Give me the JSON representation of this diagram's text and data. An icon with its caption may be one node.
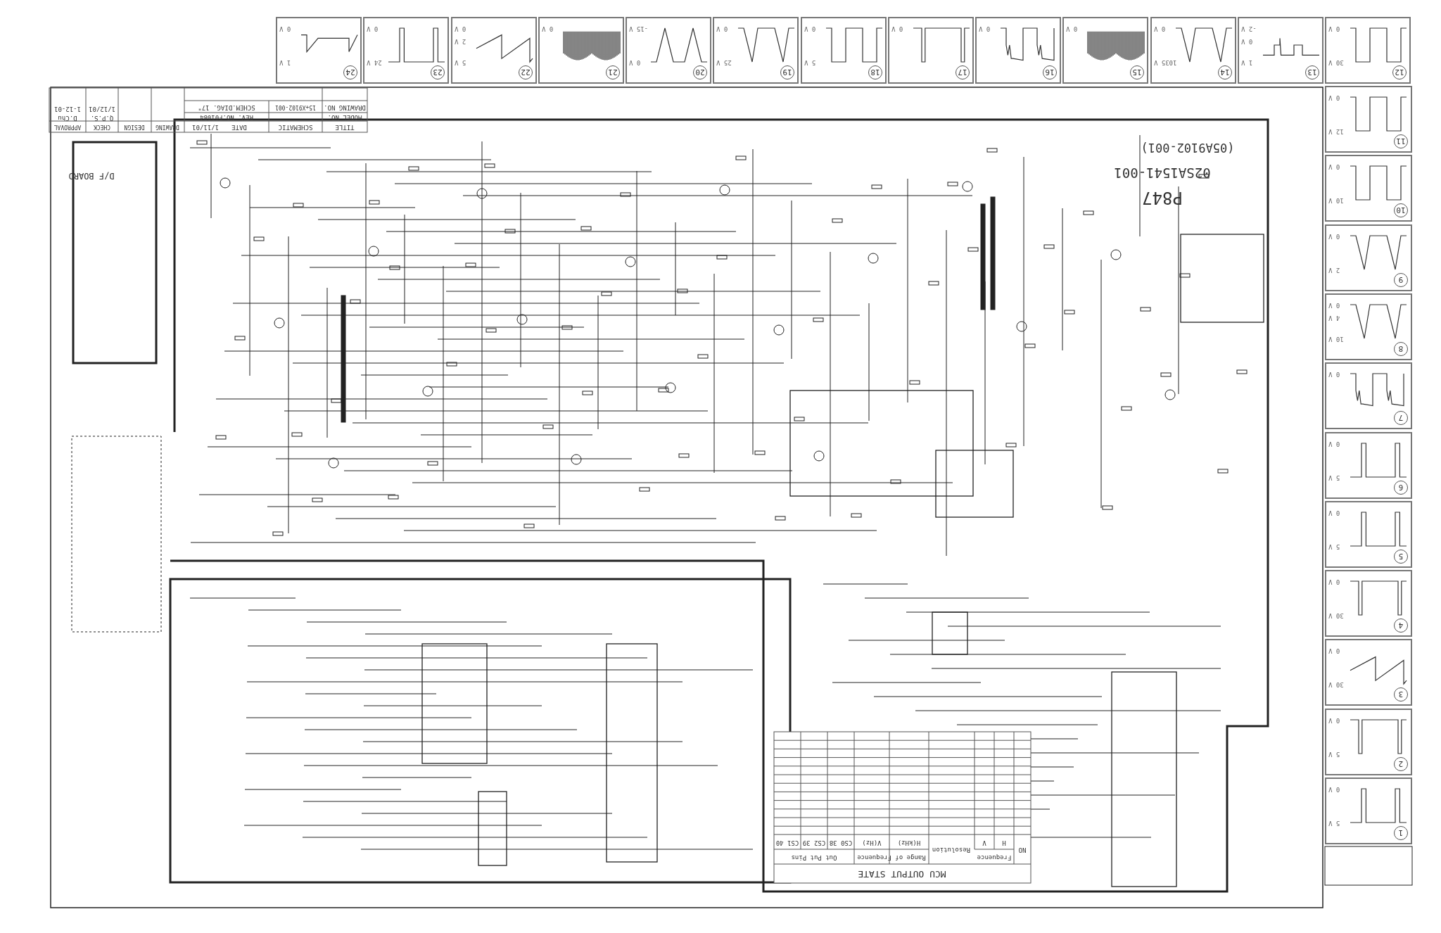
{
  "diagram": {
    "nodes": [
      {
        "text": [
          "1",
          "0 V",
          "5 V"
        ]
      },
      {
        "text": [
          "2",
          "0 V",
          "5 V"
        ]
      },
      {
        "text": [
          "3",
          "0 V",
          "30 V"
        ]
      },
      {
        "text": [
          "4",
          "0 V",
          "30 V"
        ]
      },
      {
        "text": [
          "5",
          "0 V",
          "5 V"
        ]
      },
      {
        "text": [
          "6",
          "0 V",
          "5 V"
        ]
      },
      {
        "text": [
          "7",
          "0 V"
        ]
      },
      {
        "text": [
          "8",
          "0 V",
          "4 V",
          "10 V"
        ]
      },
      {
        "text": [
          "9",
          "0 V",
          "2 V"
        ]
      },
      {
        "text": [
          "10",
          "0 V",
          "10 V"
        ]
      },
      {
        "text": [
          "11",
          "0 V",
          "12 V"
        ]
      },
      {
        "text": [
          "12",
          "0 V",
          "30 V"
        ]
      },
      {
        "text": [
          "13",
          "-2 V",
          "0 V",
          "1 V"
        ]
      },
      {
        "text": [
          "14",
          "0 V",
          "1035 V"
        ]
      },
      {
        "text": [
          "15",
          "0 V"
        ]
      },
      {
        "text": [
          "16",
          "0 V"
        ]
      },
      {
        "text": [
          "17",
          "0 V"
        ]
      },
      {
        "text": [
          "18",
          "0 V",
          "5 V"
        ]
      },
      {
        "text": [
          "19",
          "0 V",
          "25 V"
        ]
      },
      {
        "text": [
          "20",
          "-15 V",
          "0 V"
        ]
      },
      {
        "text": [
          "21",
          "0 V"
        ]
      },
      {
        "text": [
          "22",
          "0 V",
          "2 V",
          "5 V"
        ]
      },
      {
        "text": [
          "23",
          "0 V",
          "24 V"
        ]
      },
      {
        "text": [
          "24",
          "0 V",
          "1 V"
        ]
      }
    ],
    "labels": [
      "TITLE",
      "SCHEMATIC",
      "DATE",
      "1/11/01",
      "DRAWING",
      "DESIGN",
      "CHECK",
      "APPROVAL",
      "MODEL NO.",
      "REV. NO.F01084",
      "Q.P.S.",
      "1/12/01",
      "D.Chu",
      "1-12-01",
      "DRAWING NO.",
      "15+X9102-001",
      "SCHEM.DIAG. 17\"",
      "MCU OUTPUT STATE",
      "NO",
      "Frequence",
      "H",
      "V",
      "Resolution",
      "Range of Frequence",
      "H(kHz)",
      "V(Hz)",
      "Out Put Pins",
      "CS0 38",
      "CS2 39",
      "CS1 40",
      "P847",
      "02SA1541-001",
      "(05A9102-001)",
      "D/F BOARD"
    ]
  }
}
